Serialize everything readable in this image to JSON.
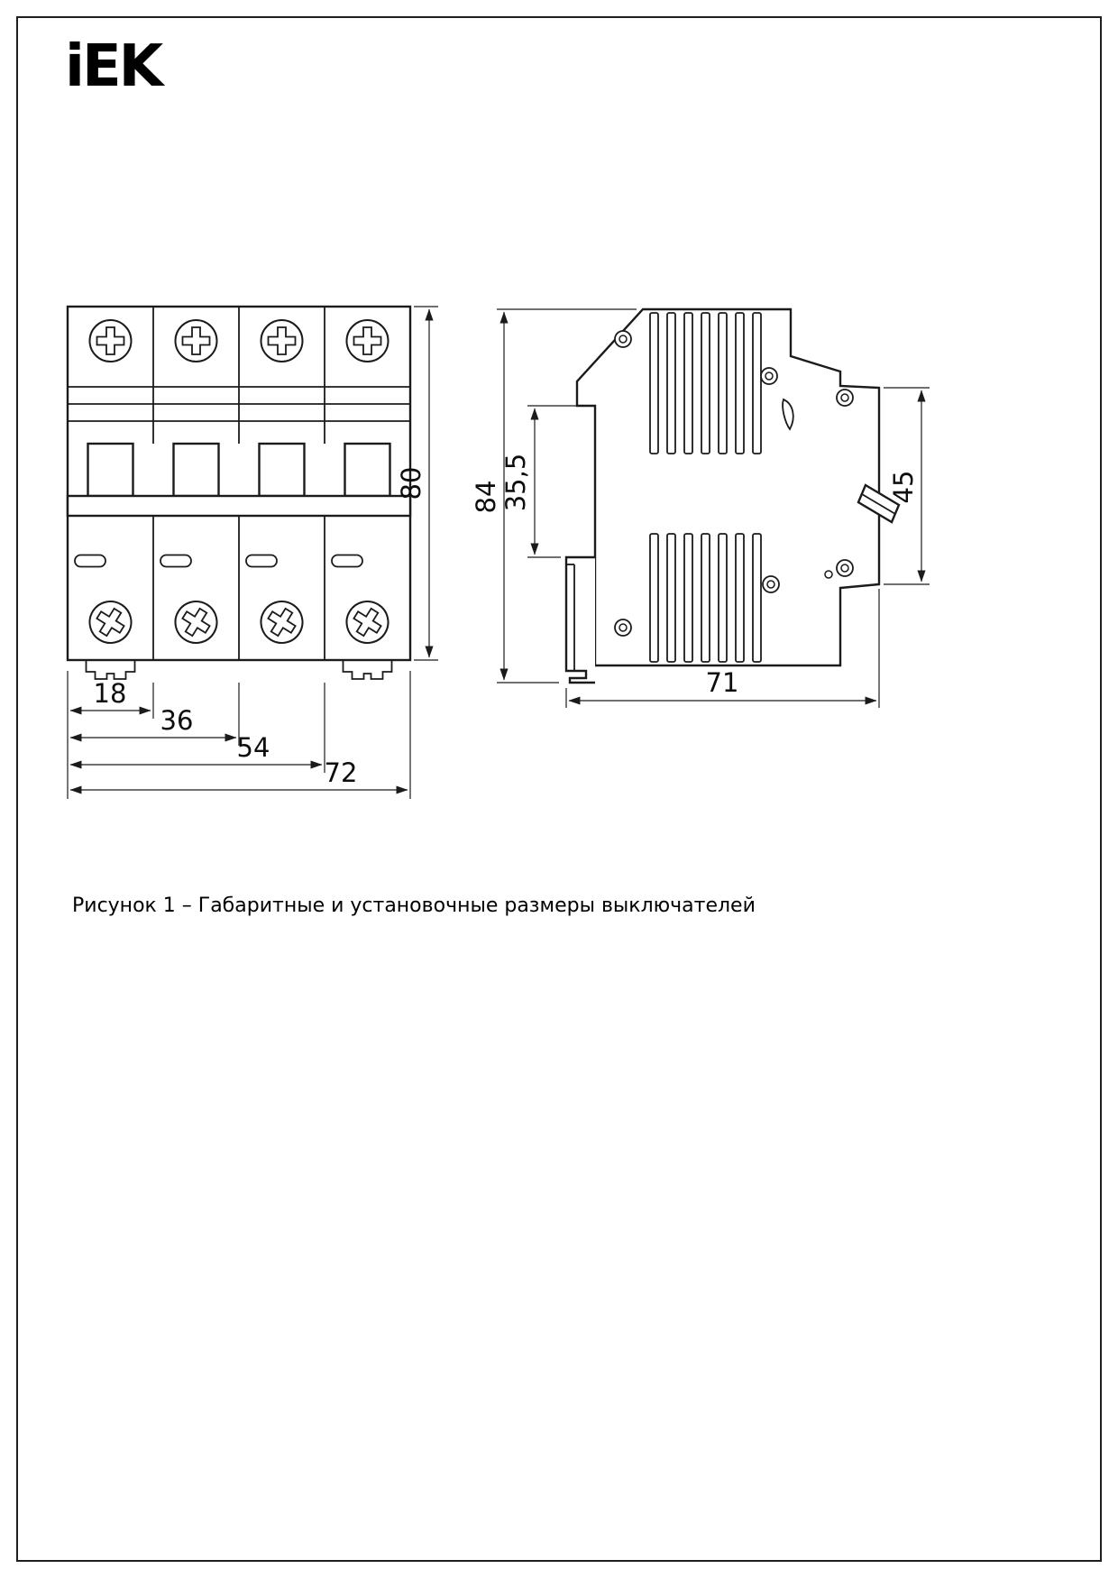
{
  "logo": {
    "text": "iEK"
  },
  "caption": "Рисунок 1 – Габаритные и установочные размеры выключателей",
  "front_view": {
    "dim_height": "80",
    "dim_w1": "18",
    "dim_w2": "36",
    "dim_w3": "54",
    "dim_w4": "72"
  },
  "side_view": {
    "dim_height": "84",
    "dim_rail_channel": "35,5",
    "dim_front_face": "45",
    "dim_depth": "71"
  }
}
